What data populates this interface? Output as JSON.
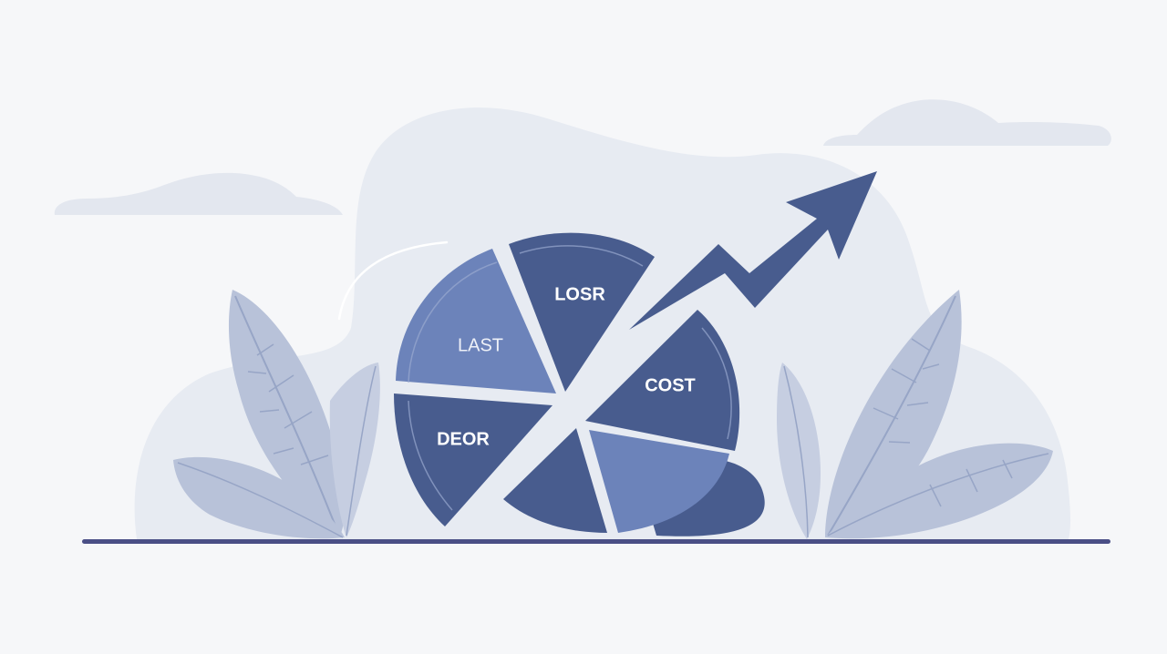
{
  "colors": {
    "background": "#f6f7f9",
    "blob": "#e7ebf2",
    "cloud": "#e3e7ef",
    "leaf": "#b8c2d9",
    "leaf_vein": "#97a5c6",
    "dark_slice": "#485c8e",
    "light_slice": "#6c83ba",
    "arrow": "#485c8e",
    "ground": "#4a4f86",
    "label_light": "#ffffff",
    "label_muted": "#eef1f8"
  },
  "pie": {
    "labels": {
      "losr": "LOSR",
      "last": "LAST",
      "cost": "COST",
      "deor": "DEOR"
    }
  },
  "icons": {
    "arrow": "trend-up-arrow-icon",
    "leaves": "leaf-icon",
    "clouds": "cloud-icon"
  }
}
